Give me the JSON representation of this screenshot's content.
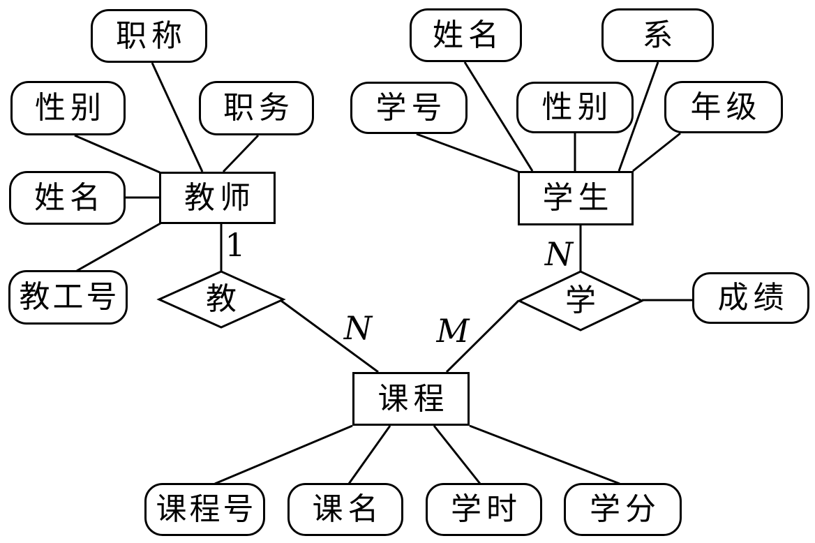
{
  "diagram": {
    "type": "er-diagram",
    "language": "zh",
    "colors": {
      "background": "#ffffff",
      "stroke": "#000000",
      "text": "#000000"
    },
    "entities": {
      "teacher": {
        "label": "教师"
      },
      "student": {
        "label": "学生"
      },
      "course": {
        "label": "课程"
      }
    },
    "relationships": {
      "teach": {
        "label": "教"
      },
      "study": {
        "label": "学"
      }
    },
    "attributes": {
      "teacher_title": {
        "label": "职称",
        "of": "教师"
      },
      "teacher_gender": {
        "label": "性别",
        "of": "教师"
      },
      "teacher_position": {
        "label": "职务",
        "of": "教师"
      },
      "teacher_name": {
        "label": "姓名",
        "of": "教师"
      },
      "teacher_id": {
        "label": "教工号",
        "of": "教师"
      },
      "student_name": {
        "label": "姓名",
        "of": "学生"
      },
      "student_dept": {
        "label": "系",
        "of": "学生"
      },
      "student_id": {
        "label": "学号",
        "of": "学生"
      },
      "student_gender": {
        "label": "性别",
        "of": "学生"
      },
      "student_grade": {
        "label": "年级",
        "of": "学生"
      },
      "score": {
        "label": "成绩",
        "of": "学"
      },
      "course_id": {
        "label": "课程号",
        "of": "课程"
      },
      "course_name": {
        "label": "课名",
        "of": "课程"
      },
      "course_hours": {
        "label": "学时",
        "of": "课程"
      },
      "course_credits": {
        "label": "学分",
        "of": "课程"
      }
    },
    "cardinalities": {
      "teach_teacher_side": "1",
      "teach_course_side": "N",
      "study_student_side": "N",
      "study_course_side": "M"
    },
    "edges": [
      {
        "from": "职称",
        "to": "教师"
      },
      {
        "from": "性别",
        "to": "教师"
      },
      {
        "from": "职务",
        "to": "教师"
      },
      {
        "from": "姓名",
        "to": "教师"
      },
      {
        "from": "教工号",
        "to": "教师"
      },
      {
        "from": "教师",
        "to": "教",
        "label": "1"
      },
      {
        "from": "教",
        "to": "课程",
        "label": "N"
      },
      {
        "from": "姓名",
        "to": "学生"
      },
      {
        "from": "系",
        "to": "学生"
      },
      {
        "from": "学号",
        "to": "学生"
      },
      {
        "from": "性别",
        "to": "学生"
      },
      {
        "from": "年级",
        "to": "学生"
      },
      {
        "from": "学生",
        "to": "学",
        "label": "N"
      },
      {
        "from": "学",
        "to": "课程",
        "label": "M"
      },
      {
        "from": "学",
        "to": "成绩"
      },
      {
        "from": "课程",
        "to": "课程号"
      },
      {
        "from": "课程",
        "to": "课名"
      },
      {
        "from": "课程",
        "to": "学时"
      },
      {
        "from": "课程",
        "to": "学分"
      }
    ]
  }
}
